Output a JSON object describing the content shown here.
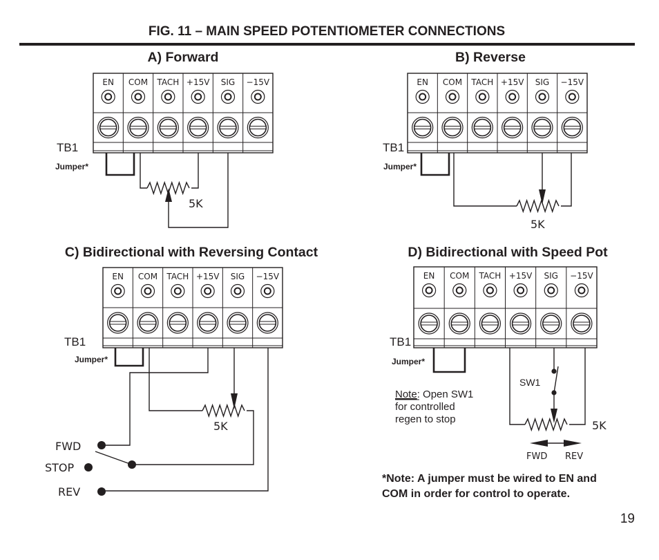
{
  "page": {
    "figure_title": "FIG. 11 – MAIN SPEED POTENTIOMETER CONNECTIONS",
    "page_number": "19",
    "footnote_line1": "*Note:  A jumper must be wired to EN and",
    "footnote_line2": "COM in order for control to operate.",
    "colors": {
      "ink": "#231f20",
      "background": "#ffffff"
    }
  },
  "terminals": [
    "EN",
    "COM",
    "TACH",
    "+15V",
    "SIG",
    "−15V"
  ],
  "common": {
    "tb_label": "TB1",
    "jumper_label": "Jumper*",
    "pot_value": "5K"
  },
  "panels": {
    "a": {
      "title": "A) Forward"
    },
    "b": {
      "title": "B) Reverse"
    },
    "c": {
      "title": "C) Bidirectional with Reversing Contact",
      "switch_positions": [
        "FWD",
        "STOP",
        "REV"
      ]
    },
    "d": {
      "title": "D) Bidirectional with Speed Pot",
      "switch_label": "SW1",
      "note_heading": "Note",
      "note_line1_rest": ":  Open SW1",
      "note_line2": "for controlled",
      "note_line3": "regen to stop",
      "direction_left": "FWD",
      "direction_right": "REV"
    }
  }
}
